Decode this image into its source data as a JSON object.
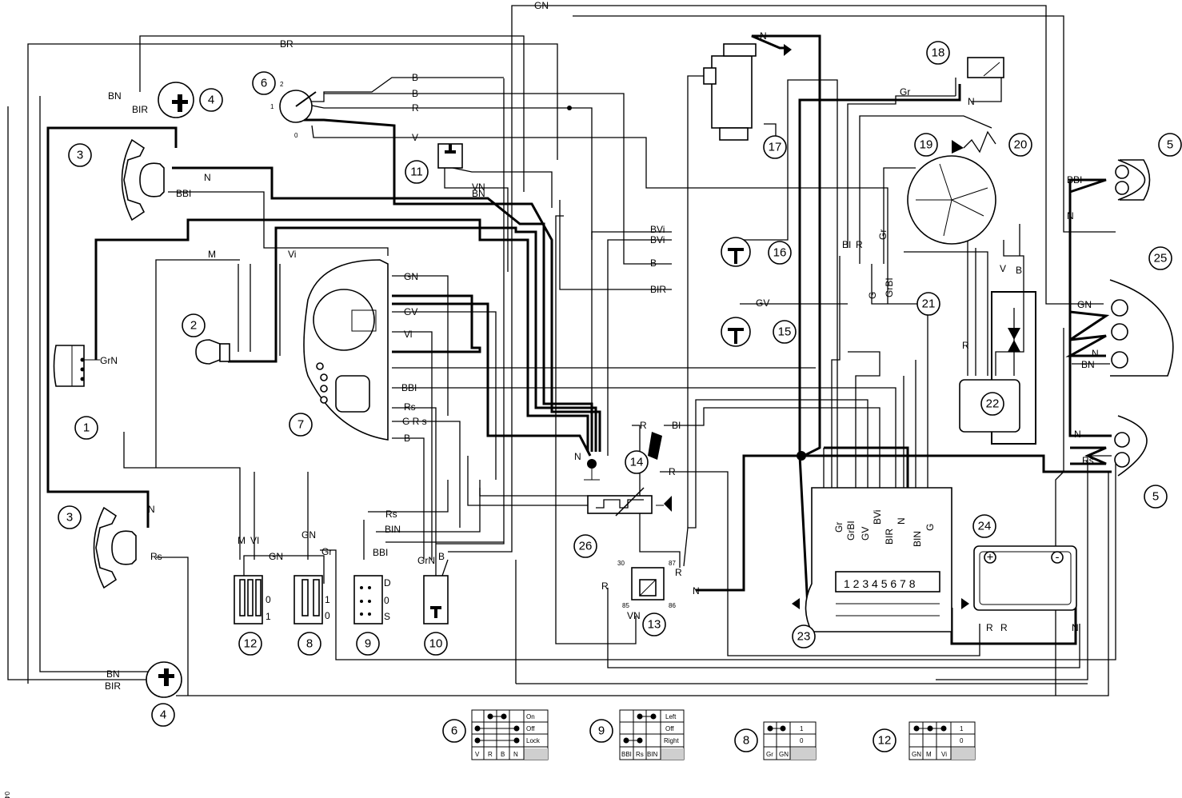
{
  "diagram": {
    "callouts": [
      "1",
      "2",
      "3",
      "3",
      "4",
      "4",
      "5",
      "5",
      "6",
      "7",
      "8",
      "9",
      "10",
      "11",
      "12",
      "13",
      "14",
      "15",
      "16",
      "17",
      "18",
      "19",
      "20",
      "21",
      "22",
      "23",
      "24",
      "25",
      "26"
    ],
    "wire_labels": {
      "top": [
        "GN",
        "BR",
        "BN",
        "BIR",
        "N",
        "BBI",
        "B",
        "B",
        "R",
        "V",
        "BN",
        "VN",
        "M",
        "Vi",
        "GrN"
      ],
      "dash": [
        "GN",
        "GV",
        "Vi",
        "BBI",
        "Rs",
        "G R s",
        "B"
      ],
      "middle": [
        "BVi",
        "BVi",
        "B",
        "BIR",
        "GV",
        "R",
        "BI",
        "R",
        "N",
        "N",
        "Gr",
        "N",
        "R",
        "BI",
        "R",
        "Gr",
        "G",
        "GrBI",
        "V",
        "B",
        "BBI",
        "N",
        "GN",
        "N",
        "BN",
        "N",
        "Rs"
      ],
      "lower": [
        "N",
        "Rs",
        "M",
        "VI",
        "GN",
        "GN",
        "Gr",
        "Rs",
        "BIN",
        "BBI",
        "GrN",
        "B",
        "BN",
        "BIR",
        "R",
        "VN",
        "R",
        "N",
        "R",
        "R",
        "N"
      ],
      "ecu_pins": [
        "Gr",
        "GrBI",
        "GV",
        "BVi",
        "BIR",
        "N",
        "BIN",
        "G"
      ],
      "ecu_numbers": "1 2 3 4 5 6 7 8",
      "relay": [
        "30",
        "87",
        "85",
        "86"
      ],
      "switch_pos": [
        "0",
        "1",
        "1",
        "0",
        "D",
        "0",
        "S"
      ],
      "ignition_pos": [
        "2",
        "1",
        "0"
      ]
    },
    "tables": {
      "t6": {
        "id": "6",
        "rows": [
          "On",
          "Off",
          "Lock"
        ],
        "cols": [
          "V",
          "R",
          "B",
          "N"
        ]
      },
      "t9": {
        "id": "9",
        "rows": [
          "Left",
          "Off",
          "Right"
        ],
        "cols": [
          "BBI",
          "Rs",
          "BIN"
        ]
      },
      "t8": {
        "id": "8",
        "rows": [
          "1",
          "0"
        ],
        "cols": [
          "Gr",
          "GN"
        ]
      },
      "t12": {
        "id": "12",
        "rows": [
          "1",
          "0"
        ],
        "cols": [
          "GN",
          "M",
          "Vi"
        ]
      }
    },
    "page_code": "04"
  }
}
